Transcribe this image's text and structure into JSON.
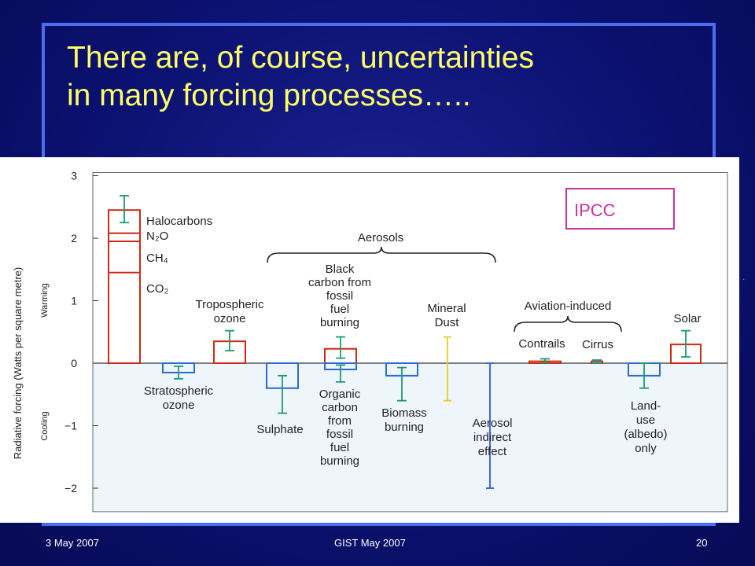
{
  "slide": {
    "title_line1": "There are, of course, uncertainties",
    "title_line2": "in many forcing processes…..",
    "footer_left": "3 May 2007",
    "footer_center": "GIST May 2007",
    "footer_right": "20"
  },
  "colors": {
    "background": "#0b1170",
    "title": "#ffff66",
    "frame": "#4a6ef0",
    "warming_bar": "#cc2a12",
    "cooling_bar": "#2a6ad0",
    "error_bar": "#1a9a7a",
    "yellow_bar": "#e8cc20",
    "indirect_bar": "#2a5ad8",
    "ipcc_box": "#cc3399",
    "cooling_shade": "#eef5fb"
  },
  "chart_data": {
    "type": "bar",
    "ylabel": "Radiative forcing  (Watts per square metre)",
    "ylabel_warming": "Warming",
    "ylabel_cooling": "Cooling",
    "ylim": [
      -2.2,
      3
    ],
    "yticks": [
      "3",
      "2",
      "1",
      "0",
      "−1",
      "−2"
    ],
    "ytick_values": [
      3,
      2,
      1,
      0,
      -1,
      -2
    ],
    "badge": "IPCC",
    "bars": [
      {
        "id": "ghg",
        "value": 2.45,
        "err_low": 2.25,
        "err_high": 2.68,
        "type": "warming",
        "segments": [
          1.45,
          1.95,
          2.08
        ],
        "segment_labels": [
          "CO₂",
          "CH₄",
          "N₂O",
          "Halocarbons"
        ]
      },
      {
        "id": "strat-ozone",
        "value": -0.15,
        "err_low": -0.25,
        "err_high": -0.05,
        "type": "cooling",
        "label_lines": [
          "Stratospheric",
          "ozone"
        ]
      },
      {
        "id": "trop-ozone",
        "value": 0.35,
        "err_low": 0.2,
        "err_high": 0.52,
        "type": "warming",
        "label_lines": [
          "Tropospheric",
          "ozone"
        ]
      },
      {
        "id": "sulphate",
        "value": -0.4,
        "err_low": -0.8,
        "err_high": -0.2,
        "type": "cooling",
        "label_lines": [
          "Sulphate"
        ]
      },
      {
        "id": "black-carbon",
        "value": 0.23,
        "err_low": 0.08,
        "err_high": 0.42,
        "type": "warming",
        "label_lines": [
          "Black",
          "carbon from",
          "fossil",
          "fuel",
          "burning"
        ]
      },
      {
        "id": "organic-carbon",
        "value": -0.1,
        "err_low": -0.3,
        "err_high": -0.03,
        "type": "cooling",
        "label_lines": [
          "Organic",
          "carbon",
          "from",
          "fossil",
          "fuel",
          "burning"
        ]
      },
      {
        "id": "biomass",
        "value": -0.2,
        "err_low": -0.6,
        "err_high": -0.07,
        "type": "cooling",
        "label_lines": [
          "Biomass",
          "burning"
        ]
      },
      {
        "id": "mineral-dust",
        "value": null,
        "err_low": -0.6,
        "err_high": 0.42,
        "type": "range",
        "label_lines": [
          "Mineral",
          "Dust"
        ]
      },
      {
        "id": "aerosol-indirect",
        "value": null,
        "err_low": -2.0,
        "err_high": 0.0,
        "type": "range",
        "label_lines": [
          "Aerosol",
          "indirect",
          "effect"
        ]
      },
      {
        "id": "contrails",
        "value": 0.03,
        "err_low": 0.01,
        "err_high": 0.07,
        "type": "warming",
        "label_lines": [
          "Contrails"
        ]
      },
      {
        "id": "cirrus",
        "value": 0.03,
        "err_low": 0.0,
        "err_high": 0.05,
        "type": "warming",
        "label_lines": [
          "Cirrus"
        ]
      },
      {
        "id": "land-use",
        "value": -0.2,
        "err_low": -0.4,
        "err_high": 0.0,
        "type": "cooling",
        "label_lines": [
          "Land-",
          "use",
          "(albedo)",
          "only"
        ]
      },
      {
        "id": "solar",
        "value": 0.3,
        "err_low": 0.1,
        "err_high": 0.52,
        "type": "warming",
        "label_lines": [
          "Solar"
        ]
      }
    ],
    "group_labels": {
      "aerosols": "Aerosols",
      "aviation": "Aviation-induced"
    }
  }
}
